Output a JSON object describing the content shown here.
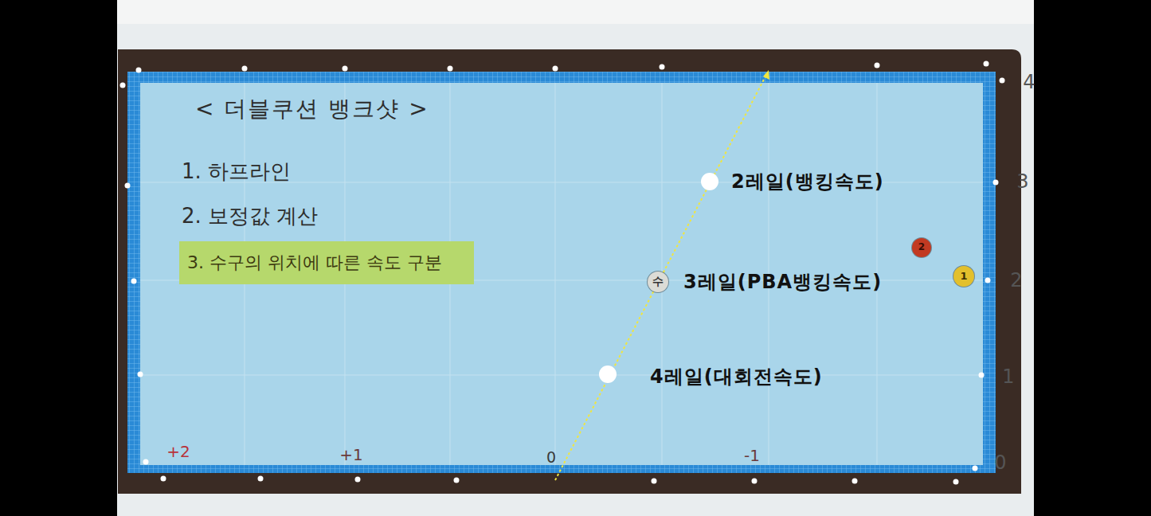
{
  "diagram": {
    "title": "< 더블쿠션 뱅크샷 >",
    "nodes": [
      {
        "text": [
          "3. 수구의 위치에 따른 속도 구분"
        ]
      },
      {
        "text": [
          "수"
        ]
      },
      {
        "text": [
          "2"
        ]
      },
      {
        "text": [
          "1"
        ]
      }
    ],
    "labels": [
      "1. 하프라인",
      "2. 보정값 계산",
      "2레일(뱅킹속도)",
      "3레일(PBA뱅킹속도)",
      "4레일(대회전속도)",
      "4",
      "3",
      "2",
      "1",
      "0",
      "+2",
      "+1",
      "0",
      "-1"
    ]
  }
}
